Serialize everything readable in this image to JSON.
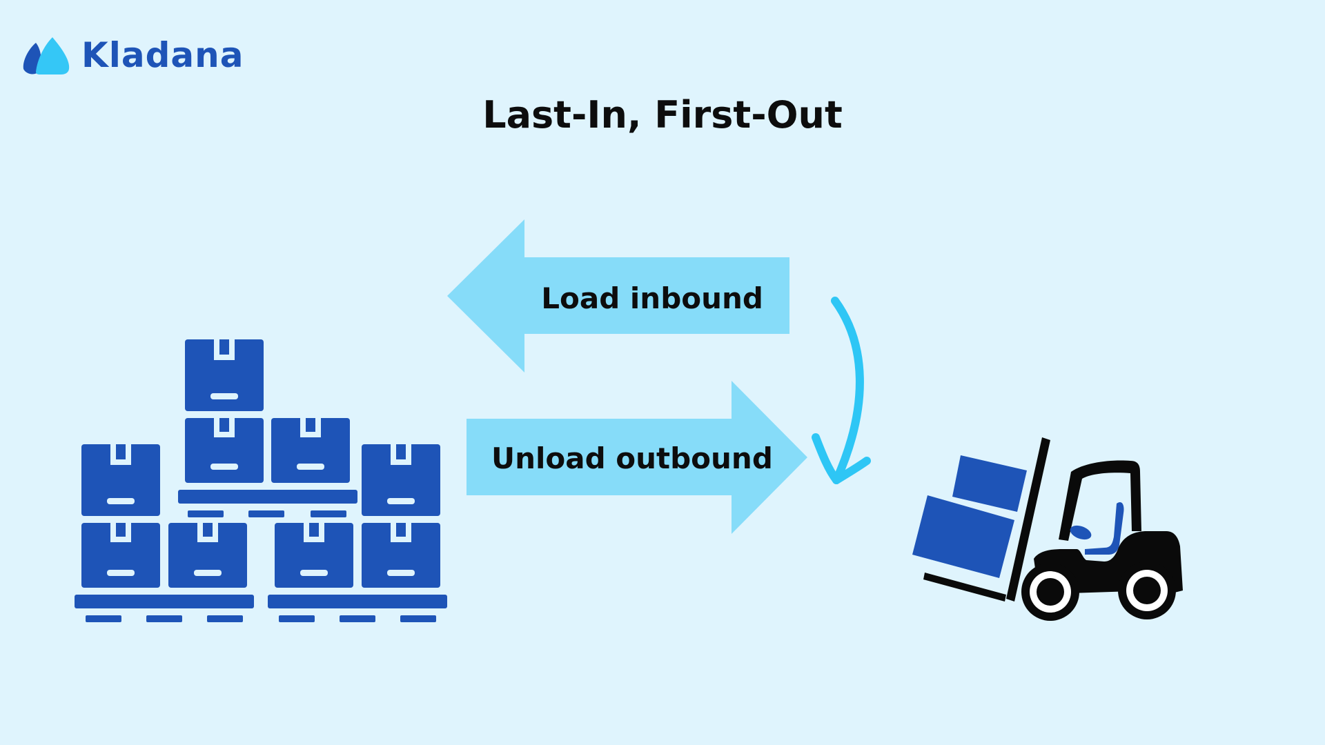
{
  "brand": {
    "name": "Kladana",
    "logo_icon": "drop-mountain-logo-icon"
  },
  "title": "Last-In, First-Out",
  "arrows": {
    "inbound_label": "Load inbound",
    "outbound_label": "Unload outbound"
  },
  "icons": {
    "curved_arrow": "curved-arrow-icon",
    "pallet_boxes": "pallet-boxes-icon",
    "forklift": "forklift-icon"
  },
  "colors": {
    "background": "#dff4fd",
    "arrow_fill": "#86dcf9",
    "brand_blue": "#1e54b7",
    "curve_blue": "#2ec6f5",
    "text_dark": "#0d0d0d"
  }
}
